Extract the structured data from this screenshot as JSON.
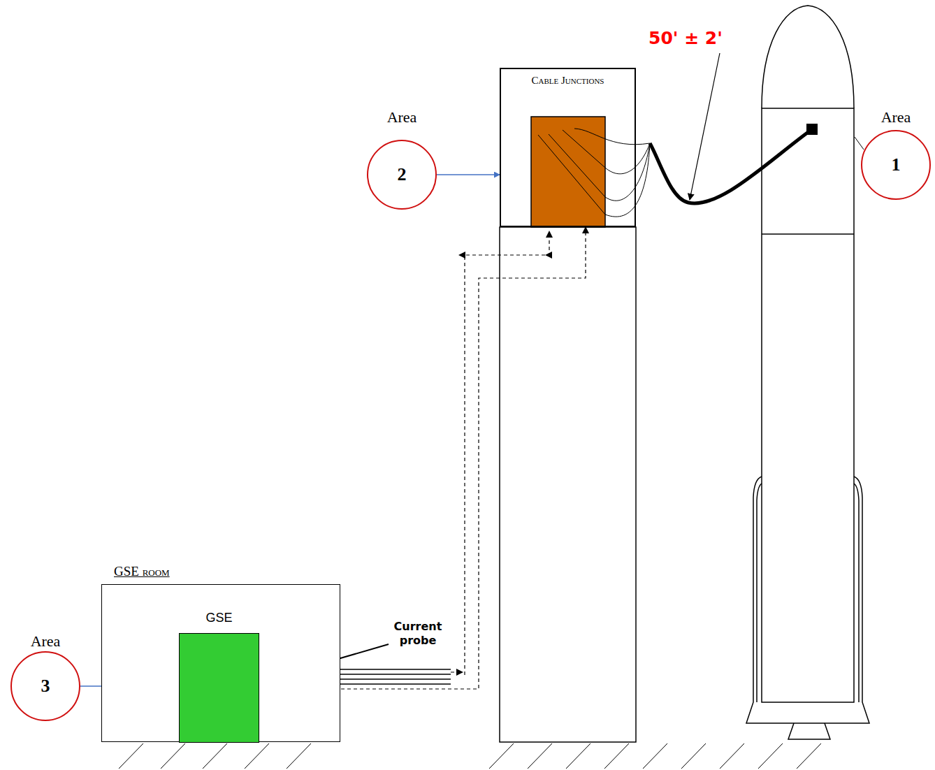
{
  "diagram": {
    "nodes": [
      {
        "text": [
          "Cable Junctions"
        ]
      },
      {
        "text": [
          "Area",
          "2"
        ]
      },
      {
        "text": [
          "Area",
          "1"
        ]
      },
      {
        "text": [
          "GSE room"
        ]
      },
      {
        "text": [
          "GSE"
        ],
        "in": 3
      },
      {
        "text": [
          "Area",
          "3"
        ]
      }
    ],
    "edges": [
      {
        "from": 1,
        "to": 0,
        "arrow": "to"
      },
      {
        "from": 5,
        "to": 4,
        "arrow": "to"
      },
      {
        "from": 4,
        "to": 0,
        "arrow": "to"
      }
    ],
    "labels": [
      "50' ± 2'",
      "Current probe"
    ]
  }
}
